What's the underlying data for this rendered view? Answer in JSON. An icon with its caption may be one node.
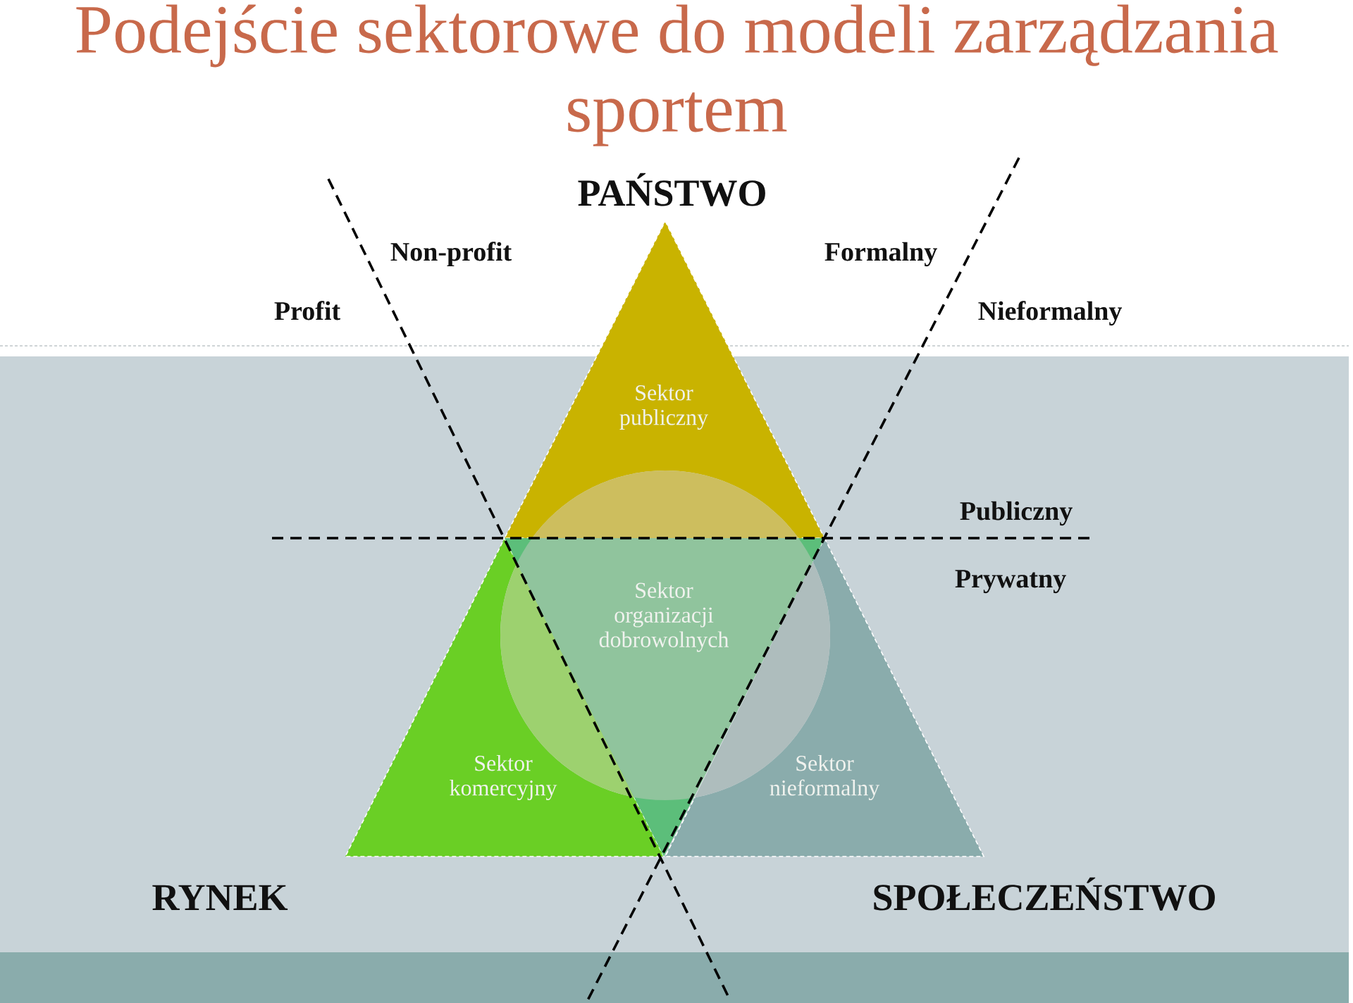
{
  "diagram": {
    "title": "Podejście sektorowe do modeli zarządzania sportem",
    "nodes": [
      {
        "text": [
          "Sektor publiczny"
        ],
        "beside": [
          "PAŃSTWO"
        ]
      },
      {
        "text": [
          "Sektor organizacji dobrowolnych"
        ]
      },
      {
        "text": [],
        "shape": "circle"
      },
      {
        "text": [
          "Sektor komercyjny"
        ],
        "beside": [
          "RYNEK"
        ]
      },
      {
        "text": [
          "Sektor nieformalny"
        ],
        "beside": [
          "SPOŁECZEŃSTWO"
        ]
      }
    ],
    "labels": [
      "Non-profit",
      "Formalny",
      "Profit",
      "Nieformalny",
      "Publiczny",
      "Prywatny"
    ]
  }
}
